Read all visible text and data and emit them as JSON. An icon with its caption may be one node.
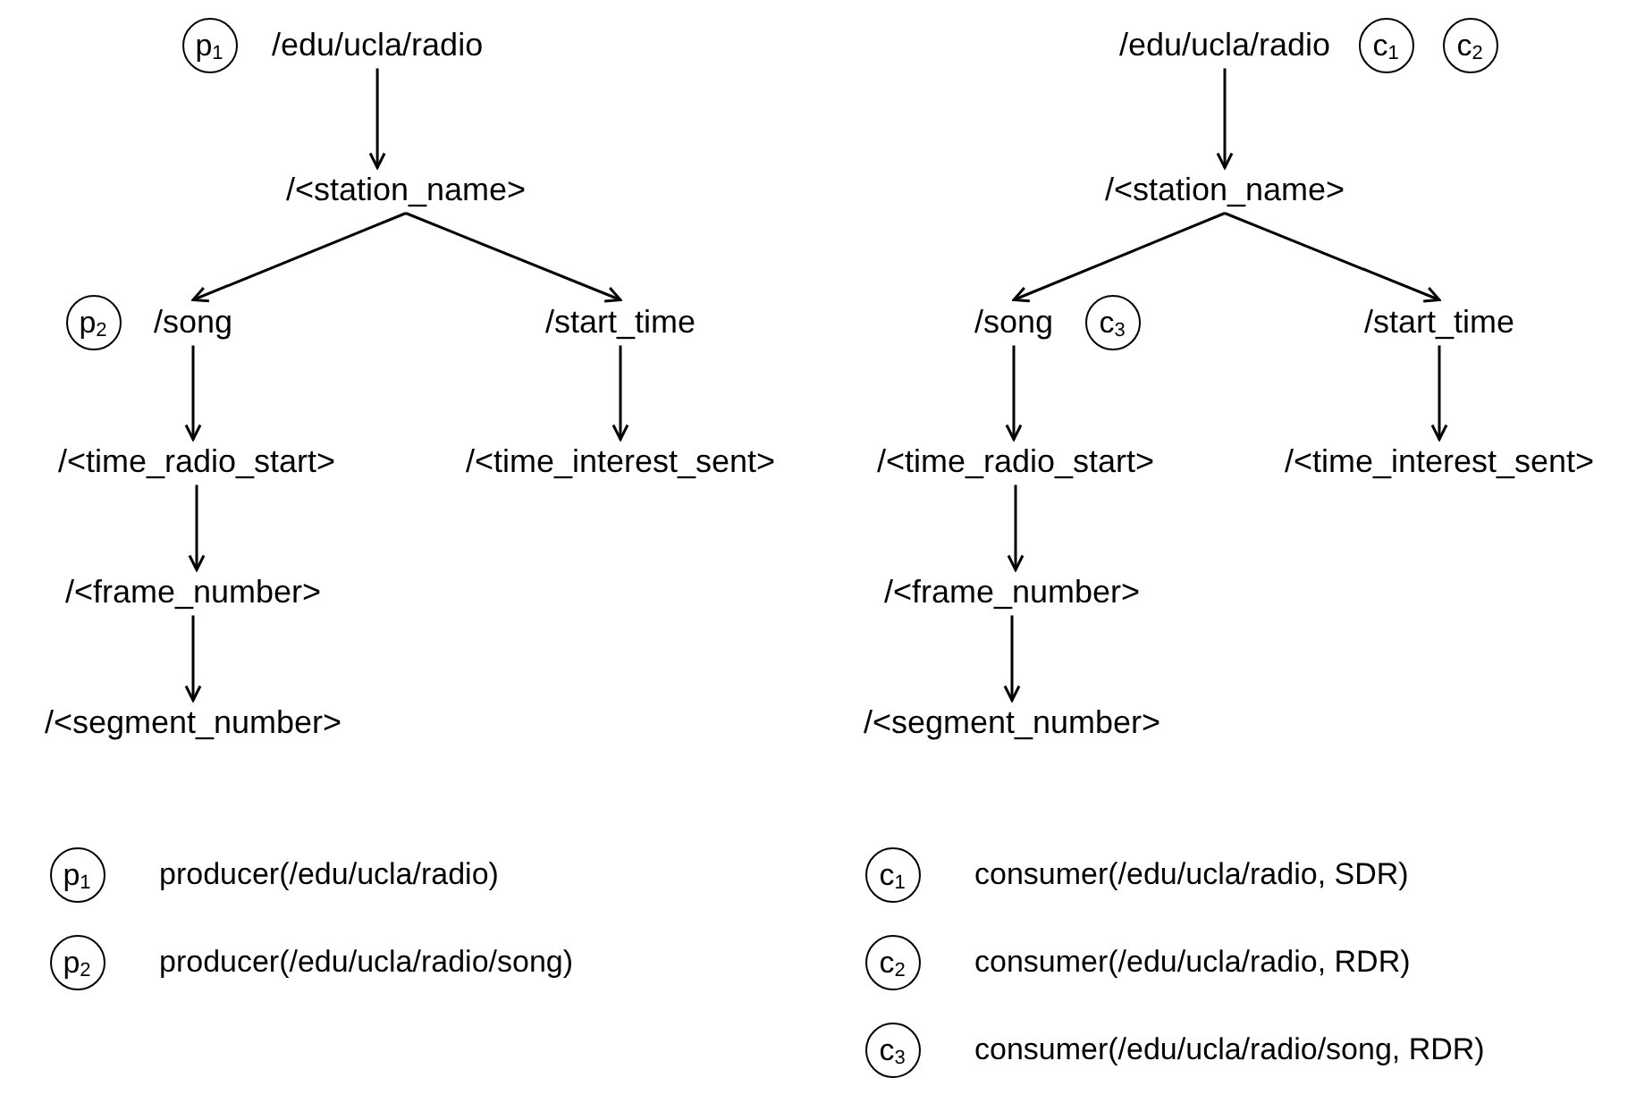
{
  "diagram": {
    "nodes": [
      {
        "text": [
          "p$_{1}$"
        ]
      },
      {
        "text": [
          "/edu/ucla/radio"
        ]
      },
      {
        "text": [
          "/<station_name>"
        ]
      },
      {
        "text": [
          "p$_{2}$"
        ]
      },
      {
        "text": [
          "/song"
        ]
      },
      {
        "text": [
          "/start_time"
        ]
      },
      {
        "text": [
          "/<time_radio_start>"
        ]
      },
      {
        "text": [
          "/<time_interest_sent>"
        ]
      },
      {
        "text": [
          "/<frame_number>"
        ]
      },
      {
        "text": [
          "/<segment_number>"
        ]
      },
      {
        "text": [
          "/edu/ucla/radio"
        ]
      },
      {
        "text": [
          "c$_{1}$"
        ]
      },
      {
        "text": [
          "c$_{2}$"
        ]
      },
      {
        "text": [
          "/<station_name>"
        ]
      },
      {
        "text": [
          "/song"
        ]
      },
      {
        "text": [
          "c$_{3}$"
        ]
      },
      {
        "text": [
          "/start_time"
        ]
      },
      {
        "text": [
          "/<time_radio_start>"
        ]
      },
      {
        "text": [
          "/<time_interest_sent>"
        ]
      },
      {
        "text": [
          "/<frame_number>"
        ]
      },
      {
        "text": [
          "/<segment_number>"
        ]
      },
      {
        "text": [
          "p$_{1}$"
        ],
        "beside": [
          "producer(/edu/ucla/radio)"
        ]
      },
      {
        "text": [
          "c$_{1}$"
        ],
        "beside": [
          "consumer(/edu/ucla/radio, SDR)"
        ]
      },
      {
        "text": [
          "p$_{2}$"
        ],
        "beside": [
          "producer(/edu/ucla/radio/song)"
        ]
      },
      {
        "text": [
          "c$_{2}$"
        ],
        "beside": [
          "consumer(/edu/ucla/radio, RDR)"
        ]
      },
      {
        "text": [
          "c$_{3}$"
        ],
        "beside": [
          "consumer(/edu/ucla/radio/song, RDR)"
        ]
      }
    ],
    "edges": [
      {
        "from": 1,
        "to": 2,
        "arrow": "to"
      },
      {
        "from": 2,
        "to": 4,
        "arrow": "to"
      },
      {
        "from": 2,
        "to": 5,
        "arrow": "to"
      },
      {
        "from": 4,
        "to": 6,
        "arrow": "to"
      },
      {
        "from": 5,
        "to": 7,
        "arrow": "to"
      },
      {
        "from": 6,
        "to": 8,
        "arrow": "to"
      },
      {
        "from": 8,
        "to": 9,
        "arrow": "to"
      },
      {
        "from": 10,
        "to": 13,
        "arrow": "to"
      },
      {
        "from": 13,
        "to": 14,
        "arrow": "to"
      },
      {
        "from": 13,
        "to": 16,
        "arrow": "to"
      },
      {
        "from": 14,
        "to": 17,
        "arrow": "to"
      },
      {
        "from": 16,
        "to": 18,
        "arrow": "to"
      },
      {
        "from": 17,
        "to": 19,
        "arrow": "to"
      },
      {
        "from": 19,
        "to": 20,
        "arrow": "to"
      }
    ]
  }
}
